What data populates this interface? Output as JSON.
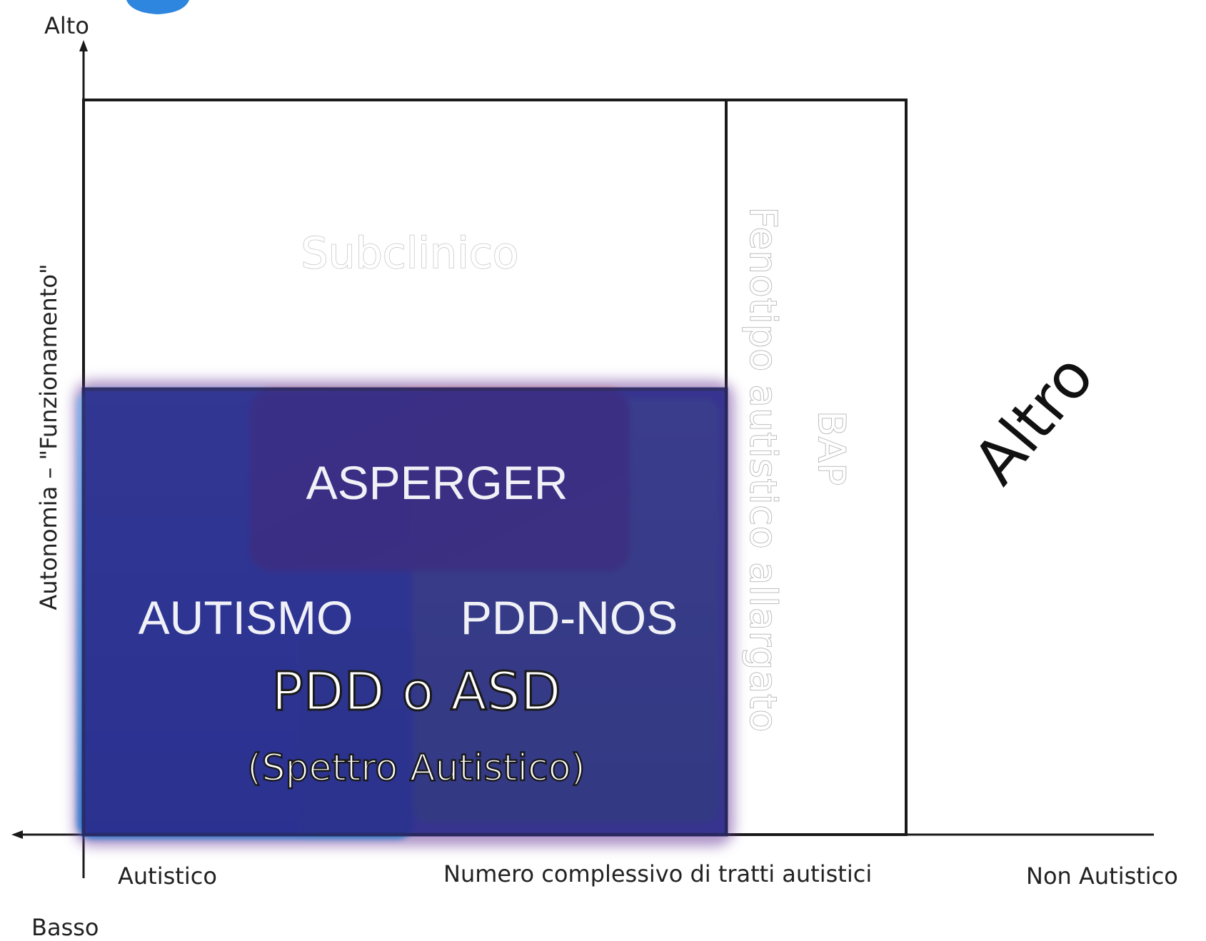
{
  "axes": {
    "y_top_label": "Alto",
    "y_bottom_label": "Basso",
    "y_axis_title": "Autonomia – \"Funzionamento\"",
    "x_left_label": "Autistico",
    "x_axis_title": "Numero complessivo di tratti autistici",
    "x_right_label": "Non Autistico"
  },
  "regions": {
    "subclinico": "Subclinico",
    "fenotipo": "Fenotipo autistico allargato",
    "bap": "BAP",
    "altro": "Altro",
    "asperger": "ASPERGER",
    "autismo": "AUTISMO",
    "pdd_nos": "PDD-NOS",
    "pdd_asd": "PDD o ASD",
    "spettro": "(Spettro Autistico)"
  },
  "colors": {
    "autismo_fill": "#3f8ee0",
    "pdd_nos_fill": "#a6d95a",
    "asperger_fill": "#e24a3a",
    "spectrum_border": "#2a2a8a",
    "spectrum_glow": "#6b3a9a",
    "logo_fill": "#2e86de"
  }
}
